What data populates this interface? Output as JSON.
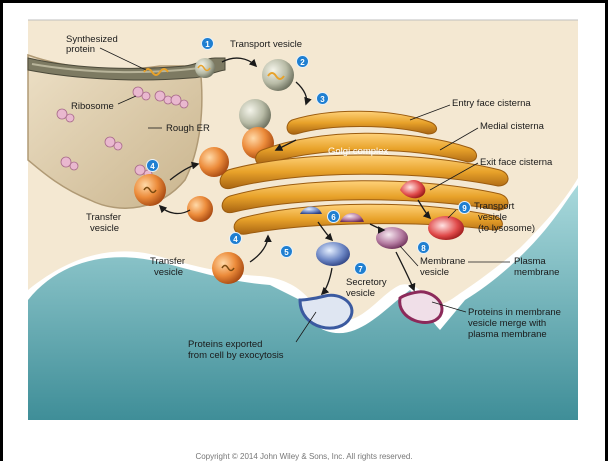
{
  "labels": {
    "synthesized_protein": "Synthesized protein",
    "ribosome": "Ribosome",
    "rough_er": "Rough ER",
    "transport_vesicle": "Transport vesicle",
    "entry_face": "Entry face cisterna",
    "medial": "Medial cisterna",
    "golgi": "Golgi complex",
    "exit_face": "Exit face cisterna",
    "transport_vesicle_lysosome_1": "Transport",
    "transport_vesicle_lysosome_2": "vesicle",
    "transport_vesicle_lysosome_3": "(to lysosome)",
    "transfer_vesicle_upper_1": "Transfer",
    "transfer_vesicle_upper_2": "vesicle",
    "transfer_vesicle_lower_1": "Transfer",
    "transfer_vesicle_lower_2": "vesicle",
    "membrane_vesicle_1": "Membrane",
    "membrane_vesicle_2": "vesicle",
    "plasma_membrane_1": "Plasma",
    "plasma_membrane_2": "membrane",
    "secretory_vesicle_1": "Secretory",
    "secretory_vesicle_2": "vesicle",
    "proteins_exported_1": "Proteins exported",
    "proteins_exported_2": "from cell by exocytosis",
    "proteins_membrane_1": "Proteins in membrane",
    "proteins_membrane_2": "vesicle merge with",
    "proteins_membrane_3": "plasma membrane"
  },
  "steps": [
    "1",
    "2",
    "3",
    "4",
    "4",
    "5",
    "6",
    "7",
    "8",
    "9"
  ],
  "copyright": "Copyright © 2014 John Wiley & Sons, Inc. All rights reserved.",
  "colors": {
    "badge": "#1f7fd1",
    "cytoplasm": "#f3e6cf",
    "golgi": "#e8a22a",
    "plasma_membrane": "#5fb0b8",
    "vesicle_orange": "#e07a2a",
    "lysosome_red": "#c8262e"
  }
}
